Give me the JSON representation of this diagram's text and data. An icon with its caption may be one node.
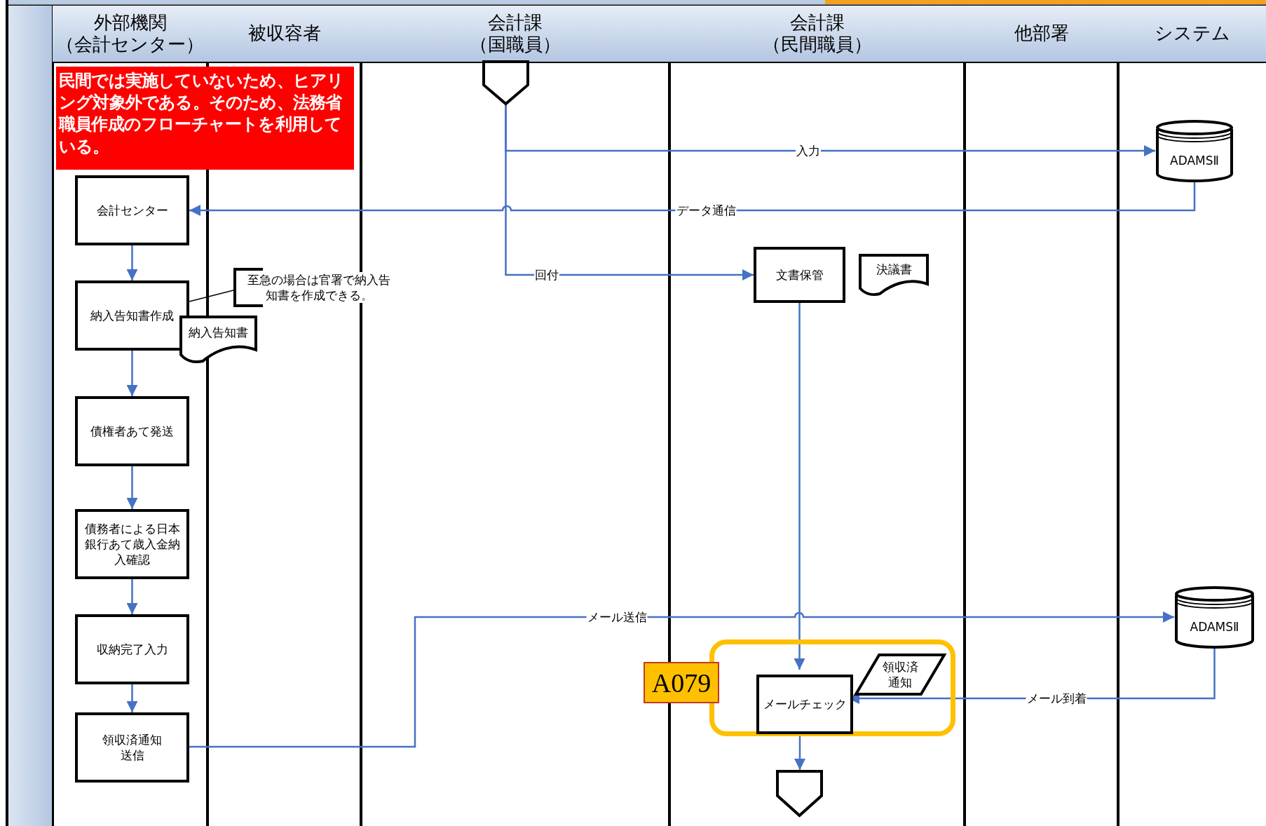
{
  "diagram": {
    "nodes": [
      {
        "text": [
          "外部機関（会計センター）"
        ]
      },
      {
        "text": [
          "被収容者"
        ]
      },
      {
        "text": [
          "会計課（国職員）"
        ]
      },
      {
        "text": [
          "会計課（民間職員）"
        ]
      },
      {
        "text": [
          "他部署"
        ]
      },
      {
        "text": [
          "システム"
        ]
      },
      {
        "text": [
          "民間では実施していないため、ヒアリング対象外である。そのため、法務省職員作成のフローチャートを利用している。"
        ]
      },
      {
        "text": [],
        "shape": "pentagon"
      },
      {
        "text": [
          "ADAMSⅡ"
        ]
      },
      {
        "text": [
          "会計センター"
        ]
      },
      {
        "text": [
          "文書保管"
        ]
      },
      {
        "text": [
          "決議書"
        ]
      },
      {
        "text": [
          "至急の場合は官署で納入告知書を作成できる。"
        ]
      },
      {
        "text": [
          "納入告知書作成"
        ]
      },
      {
        "text": [
          "納入告知書"
        ]
      },
      {
        "text": [
          "債権者あて発送"
        ]
      },
      {
        "text": [
          "債務者による日本銀行あて歳入金納入確認"
        ]
      },
      {
        "text": [
          "ADAMSⅡ"
        ]
      },
      {
        "text": [
          "収納完了入力"
        ]
      },
      {
        "text": [],
        "shape": "box"
      },
      {
        "text": [
          "A079"
        ]
      },
      {
        "text": [
          "領収済通知"
        ],
        "in": 19
      },
      {
        "text": [
          "メールチェック"
        ],
        "in": 19
      },
      {
        "text": [
          "領収済通知送信"
        ]
      },
      {
        "text": [],
        "shape": "pentagon"
      },
      {
        "text": [],
        "shape": "bar"
      }
    ],
    "edges": [
      {
        "from": 7,
        "to": 8,
        "arrow": "to",
        "label": "入力"
      },
      {
        "from": 8,
        "to": 9,
        "arrow": "to",
        "label": "データ通信"
      },
      {
        "from": 7,
        "to": 10,
        "arrow": "to",
        "label": "回付"
      },
      {
        "from": 9,
        "to": 13,
        "arrow": "to"
      },
      {
        "from": 13,
        "to": 15,
        "arrow": "to"
      },
      {
        "from": 15,
        "to": 16,
        "arrow": "to"
      },
      {
        "from": 16,
        "to": 18,
        "arrow": "to"
      },
      {
        "from": 18,
        "to": 23,
        "arrow": "to"
      },
      {
        "from": 10,
        "to": 22,
        "arrow": "to"
      },
      {
        "from": 23,
        "to": 17,
        "arrow": "to",
        "label": "メール送信"
      },
      {
        "from": 17,
        "to": 22,
        "arrow": "to",
        "label": "メール到着"
      },
      {
        "from": 22,
        "to": 24,
        "arrow": "to"
      },
      {
        "from": 12,
        "to": 13,
        "arrow": "none",
        "color": "#000000"
      }
    ]
  }
}
